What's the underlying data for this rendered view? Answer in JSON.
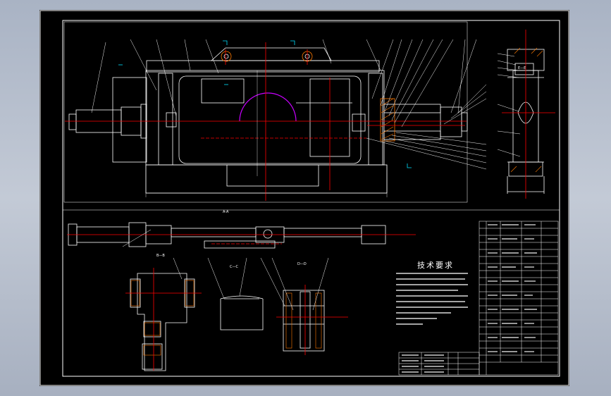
{
  "drawing": {
    "section_marks": [
      "A-A",
      "B—B",
      "C—C",
      "D—D",
      "E—E"
    ],
    "tech_requirements_title": "技术要求",
    "colors": {
      "sheet_background": "#000000",
      "outer_background": "#b7bfcc",
      "outline": "#ffffff",
      "center_line": "#ff0000",
      "hatch": "#ff7a00",
      "arc": "#c800ff",
      "dimension": "#00e0ff",
      "leader": "#f5f5f5"
    },
    "view_icons": [
      "top-view-icon",
      "side-view-icon",
      "section-detail-icon"
    ]
  }
}
